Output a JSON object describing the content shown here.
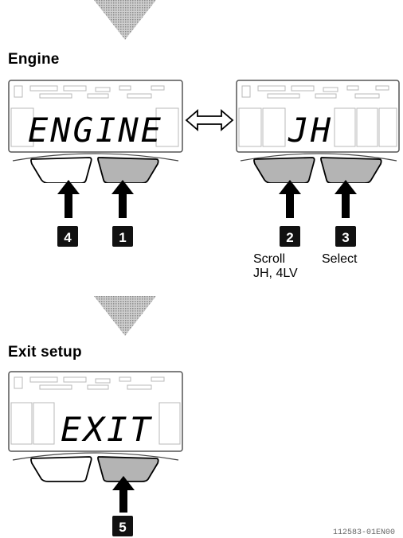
{
  "sections": {
    "engine_title": "Engine",
    "exit_title": "Exit setup"
  },
  "displays": {
    "engine": "ENGINE",
    "jh": "JH",
    "exit": "EXIT"
  },
  "badges": {
    "b1": "1",
    "b2": "2",
    "b3": "3",
    "b4": "4",
    "b5": "5"
  },
  "captions": {
    "scroll_line1": "Scroll",
    "scroll_line2": "JH, 4LV",
    "select": "Select"
  },
  "figure_id": "112583-01EN00",
  "icons": {
    "flow_arrow": "down-triangle-icon",
    "toggle": "left-right-arrow-icon",
    "press": "up-arrow-icon"
  },
  "colors": {
    "pressed_button": "#b4b4b4",
    "badge": "#111111",
    "flow_triangle": "#a9a9a9"
  }
}
